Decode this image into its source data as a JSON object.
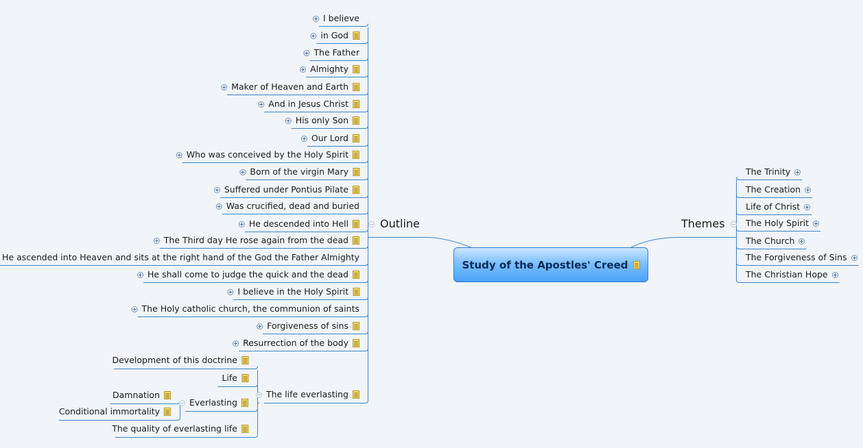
{
  "central": {
    "label": "Study of the Apostles' Creed",
    "has_note": true
  },
  "outline": {
    "label": "Outline",
    "items": [
      {
        "label": "I believe",
        "note": false
      },
      {
        "label": "in God",
        "note": true
      },
      {
        "label": "The Father",
        "note": false
      },
      {
        "label": "Almighty",
        "note": true
      },
      {
        "label": "Maker of Heaven and Earth",
        "note": true
      },
      {
        "label": "And in Jesus Christ",
        "note": true
      },
      {
        "label": "His only Son",
        "note": true
      },
      {
        "label": "Our Lord",
        "note": true
      },
      {
        "label": "Who was conceived by the Holy Spirit",
        "note": true
      },
      {
        "label": "Born of the virgin Mary",
        "note": true
      },
      {
        "label": "Suffered under Pontius Pilate",
        "note": true
      },
      {
        "label": "Was crucified, dead and buried",
        "note": false
      },
      {
        "label": "He descended into Hell",
        "note": true
      },
      {
        "label": "The Third day He rose again from the dead",
        "note": true
      },
      {
        "label": "He ascended into Heaven and sits at the right hand of the God the Father Almighty",
        "note": false
      },
      {
        "label": "He shall come to judge the quick and the dead",
        "note": true
      },
      {
        "label": "I believe in the Holy Spirit",
        "note": true
      },
      {
        "label": "The Holy catholic church, the communion of saints",
        "note": false
      },
      {
        "label": "Forgiveness of sins",
        "note": true
      },
      {
        "label": "Resurrection of the body",
        "note": true
      }
    ],
    "life": {
      "label": "The life everlasting",
      "children": [
        {
          "label": "Development of this doctrine"
        },
        {
          "label": "Life"
        },
        {
          "label": "Everlasting"
        },
        {
          "label": "The quality of everlasting life"
        }
      ],
      "everlasting_children": [
        {
          "label": "Damnation"
        },
        {
          "label": "Conditional immortality"
        }
      ]
    }
  },
  "themes": {
    "label": "Themes",
    "items": [
      {
        "label": "The Trinity"
      },
      {
        "label": "The Creation"
      },
      {
        "label": "Life of Christ"
      },
      {
        "label": "The Holy Spirit"
      },
      {
        "label": "The Church"
      },
      {
        "label": "The Forgiveness of Sins"
      },
      {
        "label": "The Christian Hope"
      }
    ]
  },
  "colors": {
    "line": "#3a86c8",
    "central_border": "#2b7bd6"
  }
}
